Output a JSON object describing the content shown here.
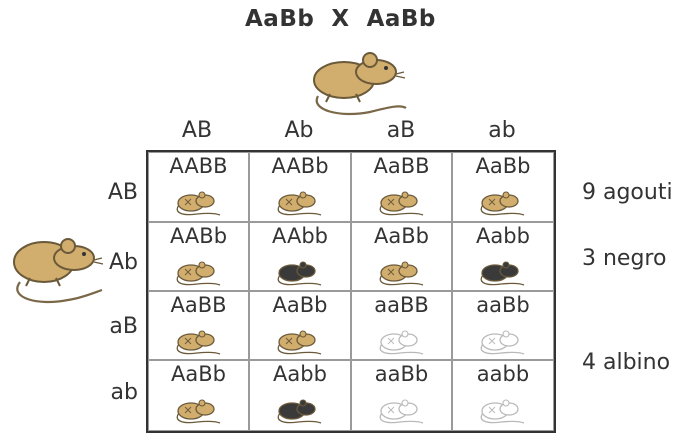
{
  "cross": "AaBb  X  AaBb",
  "column_headers": [
    "AB",
    "Ab",
    "aB",
    "ab"
  ],
  "row_headers": [
    "AB",
    "Ab",
    "aB",
    "ab"
  ],
  "colors": {
    "agouti": "#d1ad6e",
    "black": "#3a3a3a",
    "albino": "#ffffff",
    "outline": "#6b5a3a",
    "albino_outline": "#b9b9b9"
  },
  "grid": [
    [
      {
        "genotype": "AABB",
        "phenotype": "agouti"
      },
      {
        "genotype": "AABb",
        "phenotype": "agouti"
      },
      {
        "genotype": "AaBB",
        "phenotype": "agouti"
      },
      {
        "genotype": "AaBb",
        "phenotype": "agouti"
      }
    ],
    [
      {
        "genotype": "AABb",
        "phenotype": "agouti"
      },
      {
        "genotype": "AAbb",
        "phenotype": "black"
      },
      {
        "genotype": "AaBb",
        "phenotype": "agouti"
      },
      {
        "genotype": "Aabb",
        "phenotype": "black"
      }
    ],
    [
      {
        "genotype": "AaBB",
        "phenotype": "agouti"
      },
      {
        "genotype": "AaBb",
        "phenotype": "agouti"
      },
      {
        "genotype": "aaBB",
        "phenotype": "albino"
      },
      {
        "genotype": "aaBb",
        "phenotype": "albino"
      }
    ],
    [
      {
        "genotype": "AaBb",
        "phenotype": "agouti"
      },
      {
        "genotype": "Aabb",
        "phenotype": "black"
      },
      {
        "genotype": "aaBb",
        "phenotype": "albino"
      },
      {
        "genotype": "aabb",
        "phenotype": "albino"
      }
    ]
  ],
  "phenotype_ratios": [
    "9 agouti",
    "3 negro",
    "4 albino"
  ],
  "parent_icons": [
    "mouse-icon",
    "mouse-icon"
  ]
}
